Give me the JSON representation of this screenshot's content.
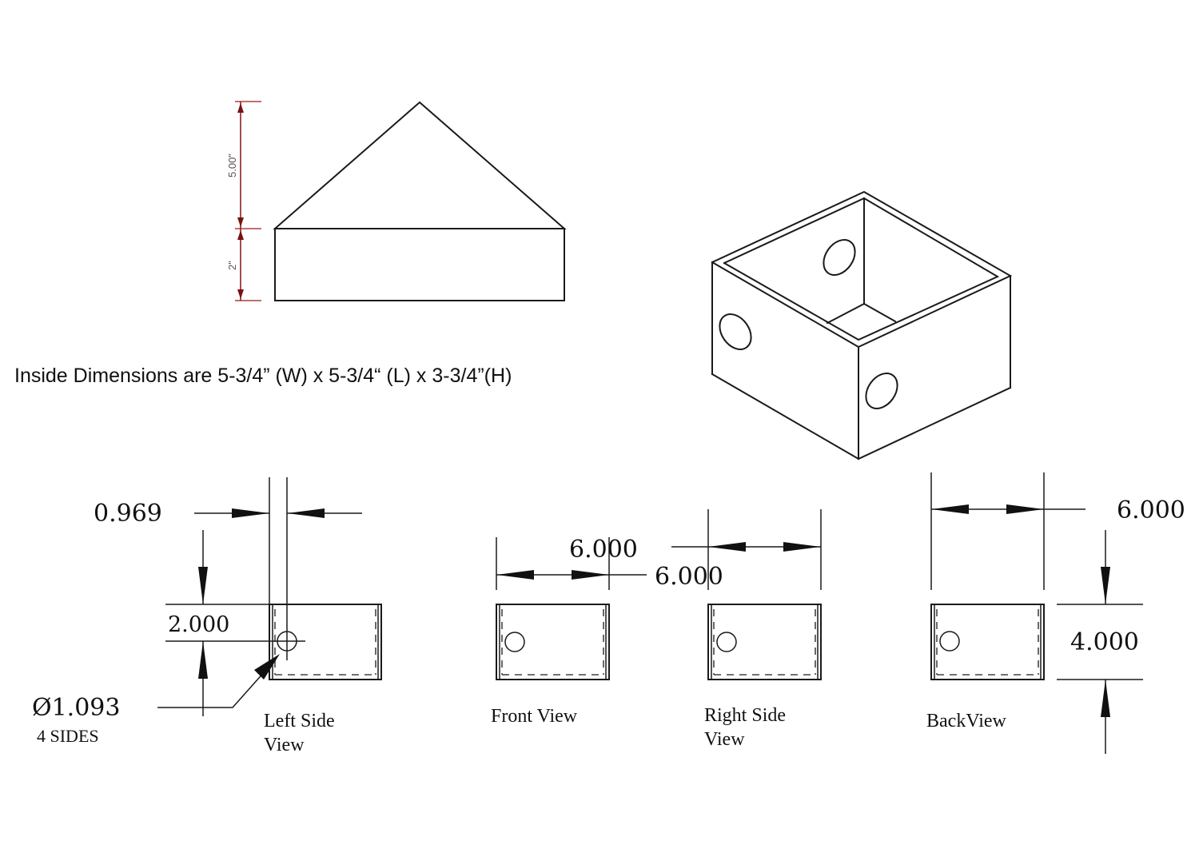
{
  "top_elevation": {
    "dim_upper": "5.00\"",
    "dim_lower": "2\"",
    "dim_color": "#8b2020"
  },
  "note": {
    "inside_dimensions": "Inside Dimensions are 5-3/4” (W) x 5-3/4“ (L) x 3-3/4”(H)"
  },
  "isometric": {
    "description": "open-top box with round holes on each side",
    "holes_visible": 3
  },
  "left_side_view": {
    "label_line1": "Left Side",
    "label_line2": "View",
    "dim_hole_offset_x": "0.969",
    "dim_hole_offset_y": "2.000",
    "hole_diameter": "Ø1.093",
    "hole_note": "4 SIDES"
  },
  "front_view": {
    "label": "Front View",
    "dim_width": "6.000"
  },
  "right_side_view": {
    "label_line1": "Right Side",
    "label_line2": "View",
    "dim_width": "6.000"
  },
  "back_view": {
    "label": "BackView",
    "dim_width": "6.000",
    "dim_height": "4.000"
  }
}
